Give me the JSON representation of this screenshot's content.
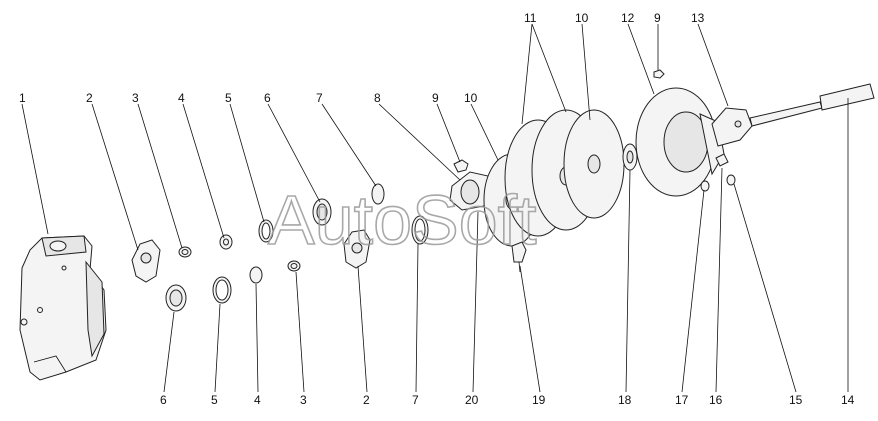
{
  "watermark": "AutoSoft",
  "callouts": {
    "c1": "1",
    "c2_top": "2",
    "c3_top": "3",
    "c4_top": "4",
    "c5_top": "5",
    "c6_top": "6",
    "c7_top": "7",
    "c8": "8",
    "c9_mid": "9",
    "c10_mid": "10",
    "c11": "11",
    "c10_top": "10",
    "c12": "12",
    "c9_top": "9",
    "c13": "13",
    "c6_bot": "6",
    "c5_bot": "5",
    "c4_bot": "4",
    "c3_bot": "3",
    "c2_bot": "2",
    "c7_bot": "7",
    "c20": "20",
    "c19": "19",
    "c18": "18",
    "c17": "17",
    "c16": "16",
    "c15": "15",
    "c14": "14"
  }
}
